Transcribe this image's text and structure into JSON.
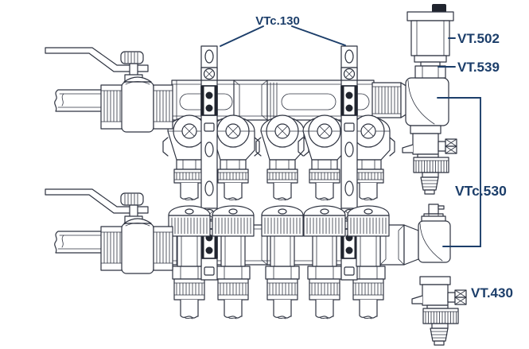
{
  "diagram": {
    "title": "manifold assembly technical drawing",
    "background_color": "#ffffff",
    "line_color": "#2e3340",
    "label_color": "#1c3e6a",
    "labels": {
      "mounting_bracket": "VTc.130",
      "air_vent": "VT.502",
      "check_nut": "VT.539",
      "manifold_assembly": "VTc.530",
      "drain_valve": "VT.430"
    }
  }
}
